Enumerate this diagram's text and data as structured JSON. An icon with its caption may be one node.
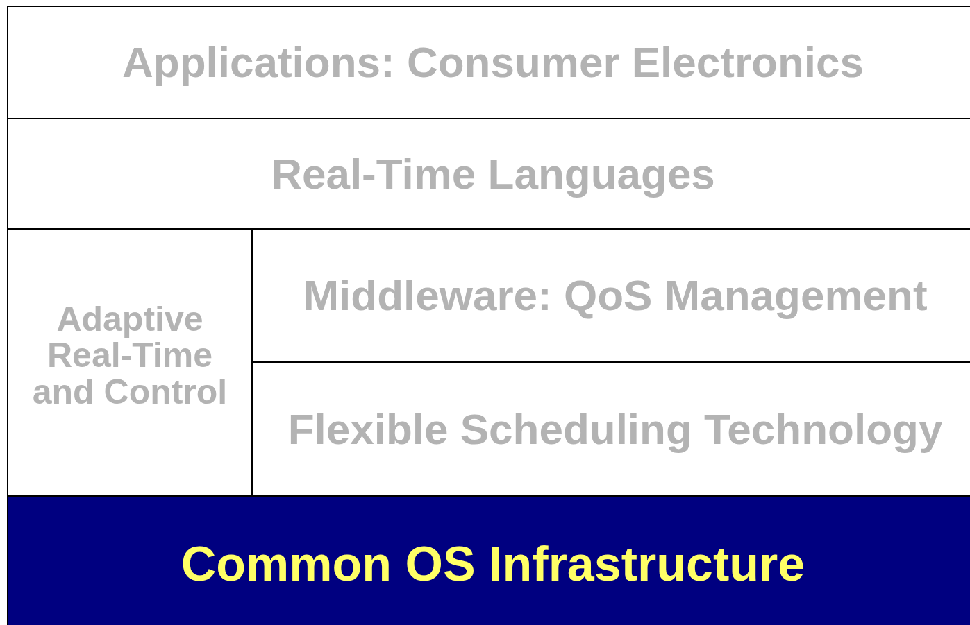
{
  "diagram": {
    "nodes": [
      {
        "text": [
          "Applications: Consumer Electronics"
        ]
      },
      {
        "text": [
          "Real-Time Languages"
        ]
      },
      {
        "text": [
          "Adaptive Real-Time and Control"
        ]
      },
      {
        "text": [
          "Middleware: QoS Management"
        ]
      },
      {
        "text": [
          "Flexible Scheduling Technology"
        ]
      },
      {
        "text": [
          "Common OS Infrastructure"
        ]
      }
    ]
  }
}
